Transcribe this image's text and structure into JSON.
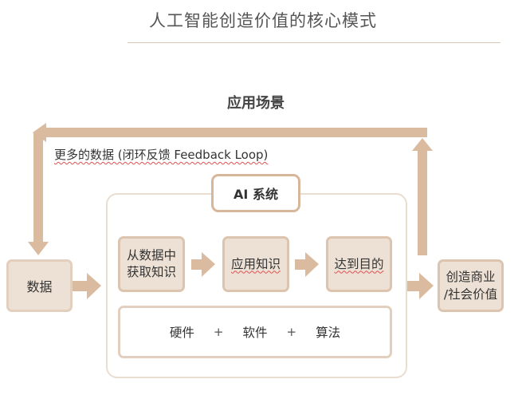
{
  "title": "人工智能创造价值的核心模式",
  "scene_label": "应用场景",
  "loop_label": "更多的数据 (闭环反馈 Feedback Loop)",
  "ai_system_label": "AI 系统",
  "data_node": "数据",
  "steps": [
    {
      "line1": "从数据中",
      "line2": "获取知识"
    },
    {
      "line1": "应用知识"
    },
    {
      "line1": "达到目的"
    }
  ],
  "foundation": {
    "hardware": "硬件",
    "software": "软件",
    "algorithm": "算法",
    "plus": "+"
  },
  "value_node": {
    "line1": "创造商业",
    "line2": "/社会价值"
  },
  "colors": {
    "arrow": "#dbbba0",
    "box_fill": "#ede1d5",
    "box_border": "#dcc4ae",
    "divider": "#d9c6b3"
  }
}
